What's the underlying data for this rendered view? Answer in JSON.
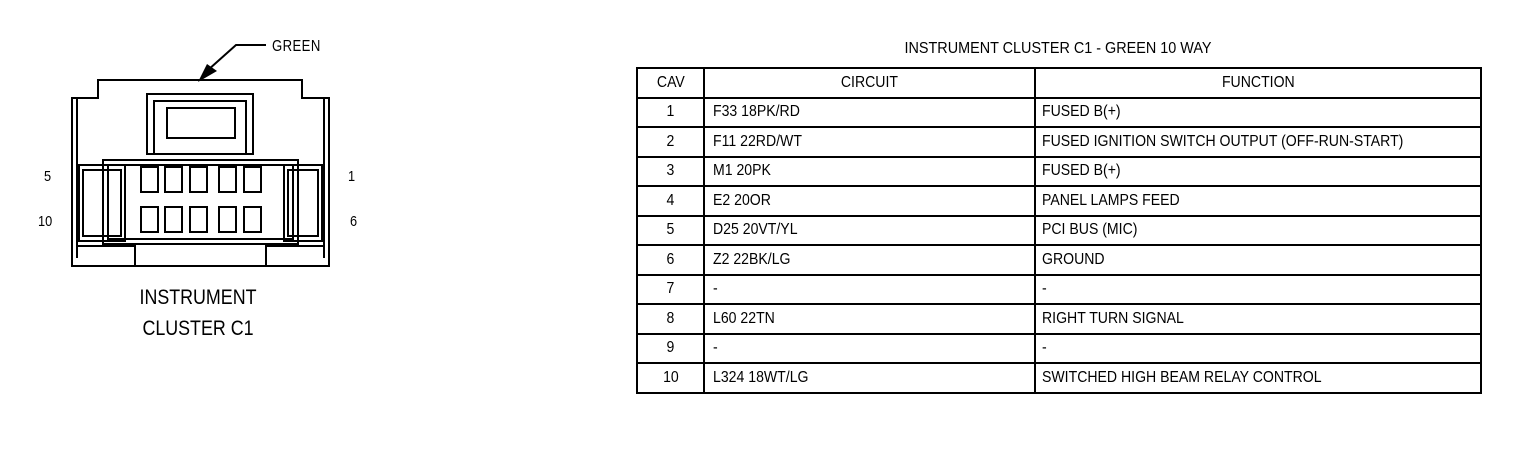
{
  "connector": {
    "name_line1": "INSTRUMENT",
    "name_line2": "CLUSTER C1",
    "color_label": "GREEN",
    "pin_labels": {
      "top_left": "5",
      "bottom_left": "10",
      "top_right": "1",
      "bottom_right": "6"
    }
  },
  "table": {
    "title": "INSTRUMENT CLUSTER C1 - GREEN 10 WAY",
    "headers": {
      "cav": "CAV",
      "circuit": "CIRCUIT",
      "function": "FUNCTION"
    },
    "rows": [
      {
        "cav": "1",
        "circuit": "F33 18PK/RD",
        "function": "FUSED B(+)"
      },
      {
        "cav": "2",
        "circuit": "F11 22RD/WT",
        "function": "FUSED IGNITION SWITCH OUTPUT (OFF-RUN-START)"
      },
      {
        "cav": "3",
        "circuit": "M1 20PK",
        "function": "FUSED B(+)"
      },
      {
        "cav": "4",
        "circuit": "E2 20OR",
        "function": "PANEL LAMPS FEED"
      },
      {
        "cav": "5",
        "circuit": "D25 20VT/YL",
        "function": "PCI BUS (MIC)"
      },
      {
        "cav": "6",
        "circuit": "Z2 22BK/LG",
        "function": "GROUND"
      },
      {
        "cav": "7",
        "circuit": "-",
        "function": "-"
      },
      {
        "cav": "8",
        "circuit": "L60 22TN",
        "function": "RIGHT TURN SIGNAL"
      },
      {
        "cav": "9",
        "circuit": "-",
        "function": "-"
      },
      {
        "cav": "10",
        "circuit": "L324 18WT/LG",
        "function": "SWITCHED HIGH BEAM RELAY CONTROL"
      }
    ]
  }
}
